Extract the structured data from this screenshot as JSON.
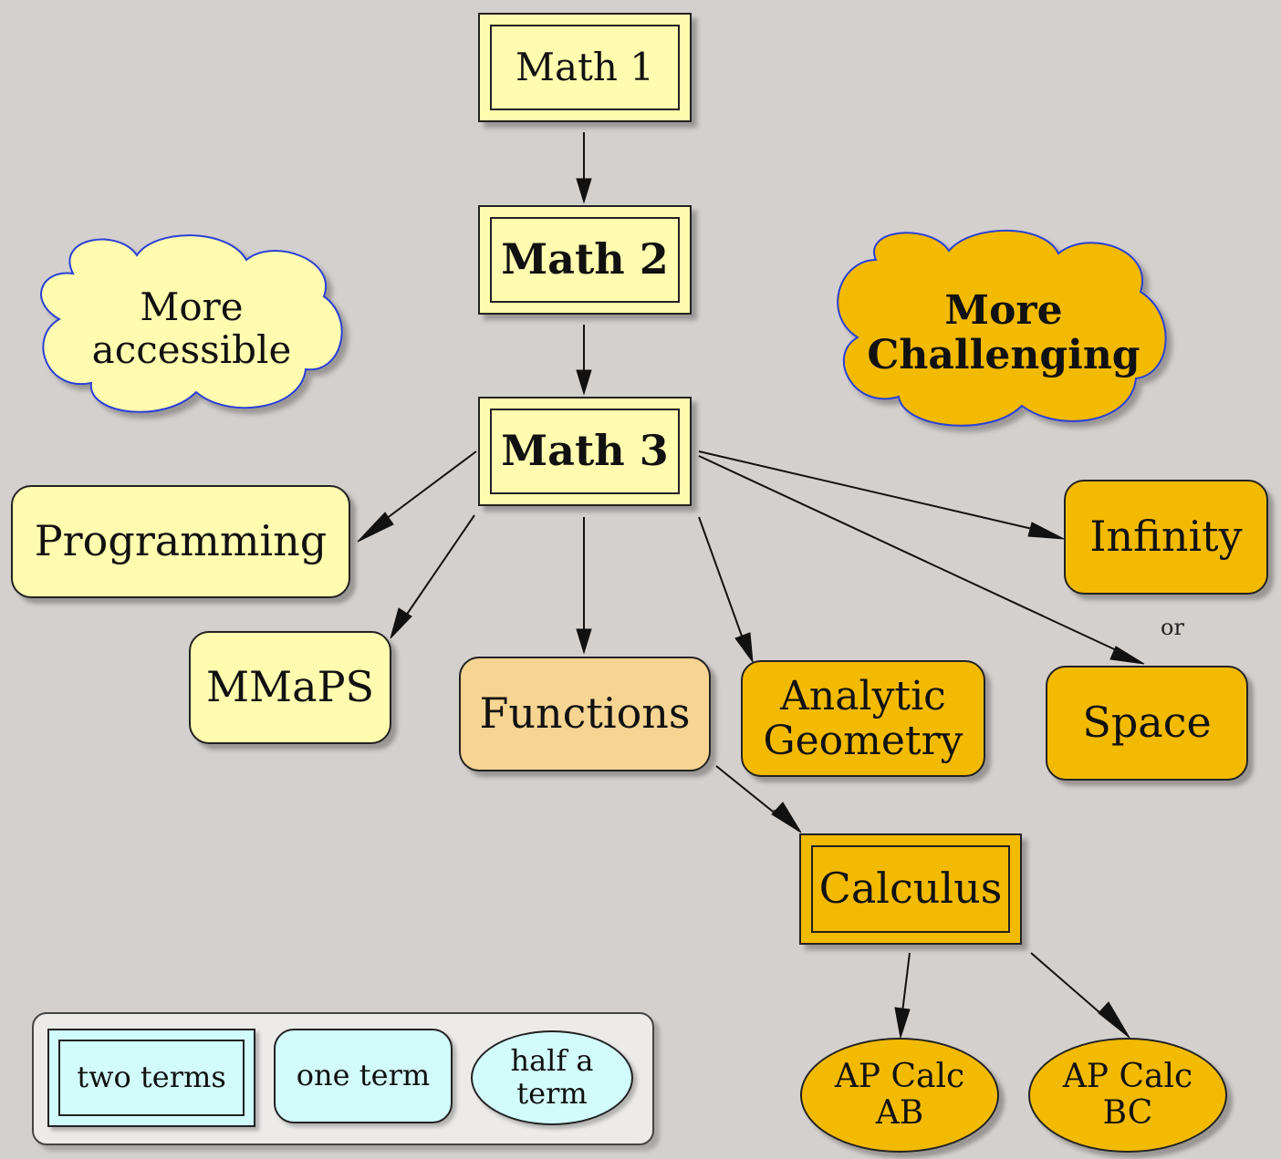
{
  "nodes": {
    "math1": "Math 1",
    "math2": "Math 2",
    "math3": "Math 3",
    "programming": "Programming",
    "mmaps": "MMaPS",
    "functions": "Functions",
    "analytic_geometry": [
      "Analytic",
      "Geometry"
    ],
    "infinity": "Infinity",
    "space": "Space",
    "calculus": "Calculus",
    "ap_calc_ab": [
      "AP Calc",
      "AB"
    ],
    "ap_calc_bc": [
      "AP Calc",
      "BC"
    ]
  },
  "clouds": {
    "accessible": [
      "More",
      "accessible"
    ],
    "challenging": [
      "More",
      "Challenging"
    ]
  },
  "edge_labels": {
    "or": "or"
  },
  "legend": {
    "two_terms": "two terms",
    "one_term": "one term",
    "half_term": [
      "half a",
      "term"
    ]
  },
  "colors": {
    "background": "#d4d0ce",
    "pale_yellow": "#fffcb0",
    "gold": "#f2ba00",
    "tan": "#f6d492",
    "cyan": "#d2fbfb",
    "cloud_outline": "#2a3fd6"
  }
}
